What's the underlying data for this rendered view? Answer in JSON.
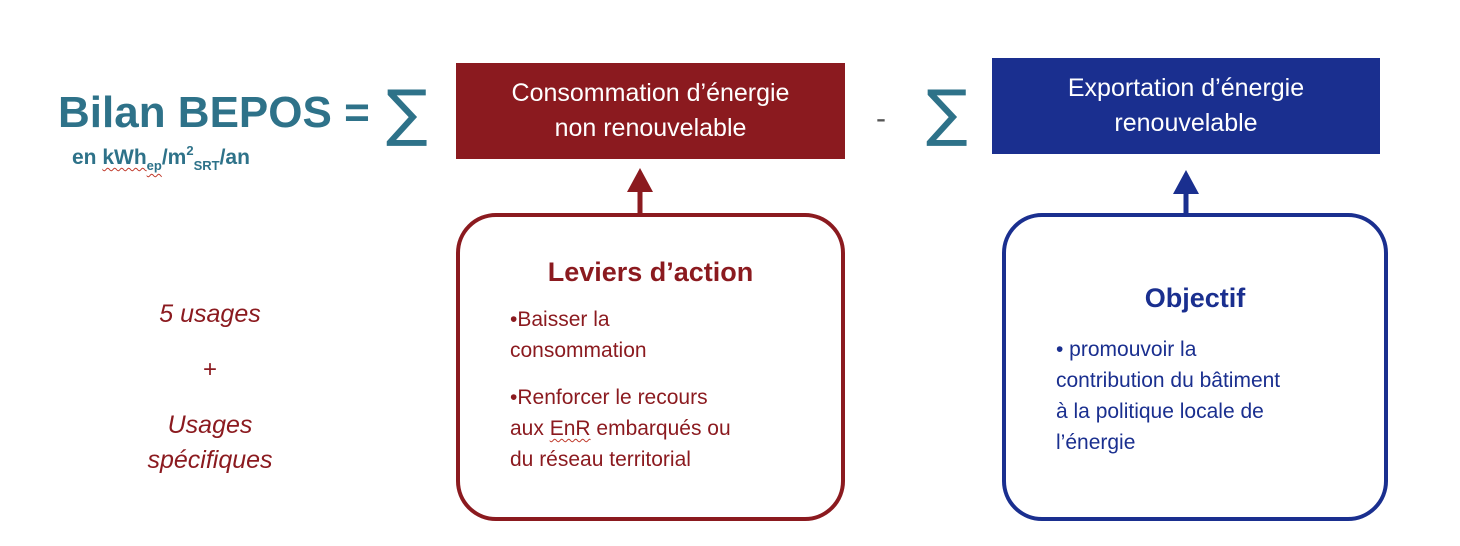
{
  "equation": {
    "title": "Bilan BEPOS =",
    "unit_prefix": "en ",
    "unit_kwh": "kWh",
    "unit_ep": "ep",
    "unit_m": "/m",
    "unit_sup": "2",
    "unit_srt": "SRT",
    "unit_suffix": "/an",
    "sigma": "∑",
    "minus": "-"
  },
  "consommation_box": {
    "line1": "Consommation d’énergie",
    "line2": "non renouvelable"
  },
  "exportation_box": {
    "line1": "Exportation d’énergie",
    "line2": "renouvelable"
  },
  "leviers": {
    "heading": "Leviers d’action",
    "item1_line1": "•Baisser la",
    "item1_line2": "consommation",
    "item2_line1": "•Renforcer le recours",
    "item2_line2_pre": "aux ",
    "item2_line2_enr": "EnR",
    "item2_line2_post": " embarqués ou",
    "item2_line3": "du réseau territorial"
  },
  "objectif": {
    "heading": "Objectif",
    "line1": "• promouvoir la",
    "line2": "contribution du bâtiment",
    "line3": "à la politique locale de",
    "line4": "l’énergie"
  },
  "usages": {
    "first": "5 usages",
    "plus": "+",
    "second_line1": "Usages",
    "second_line2": "spécifiques"
  },
  "colors": {
    "teal": "#2e7289",
    "dark_red": "#8b1a1f",
    "navy": "#1a2f8f"
  }
}
